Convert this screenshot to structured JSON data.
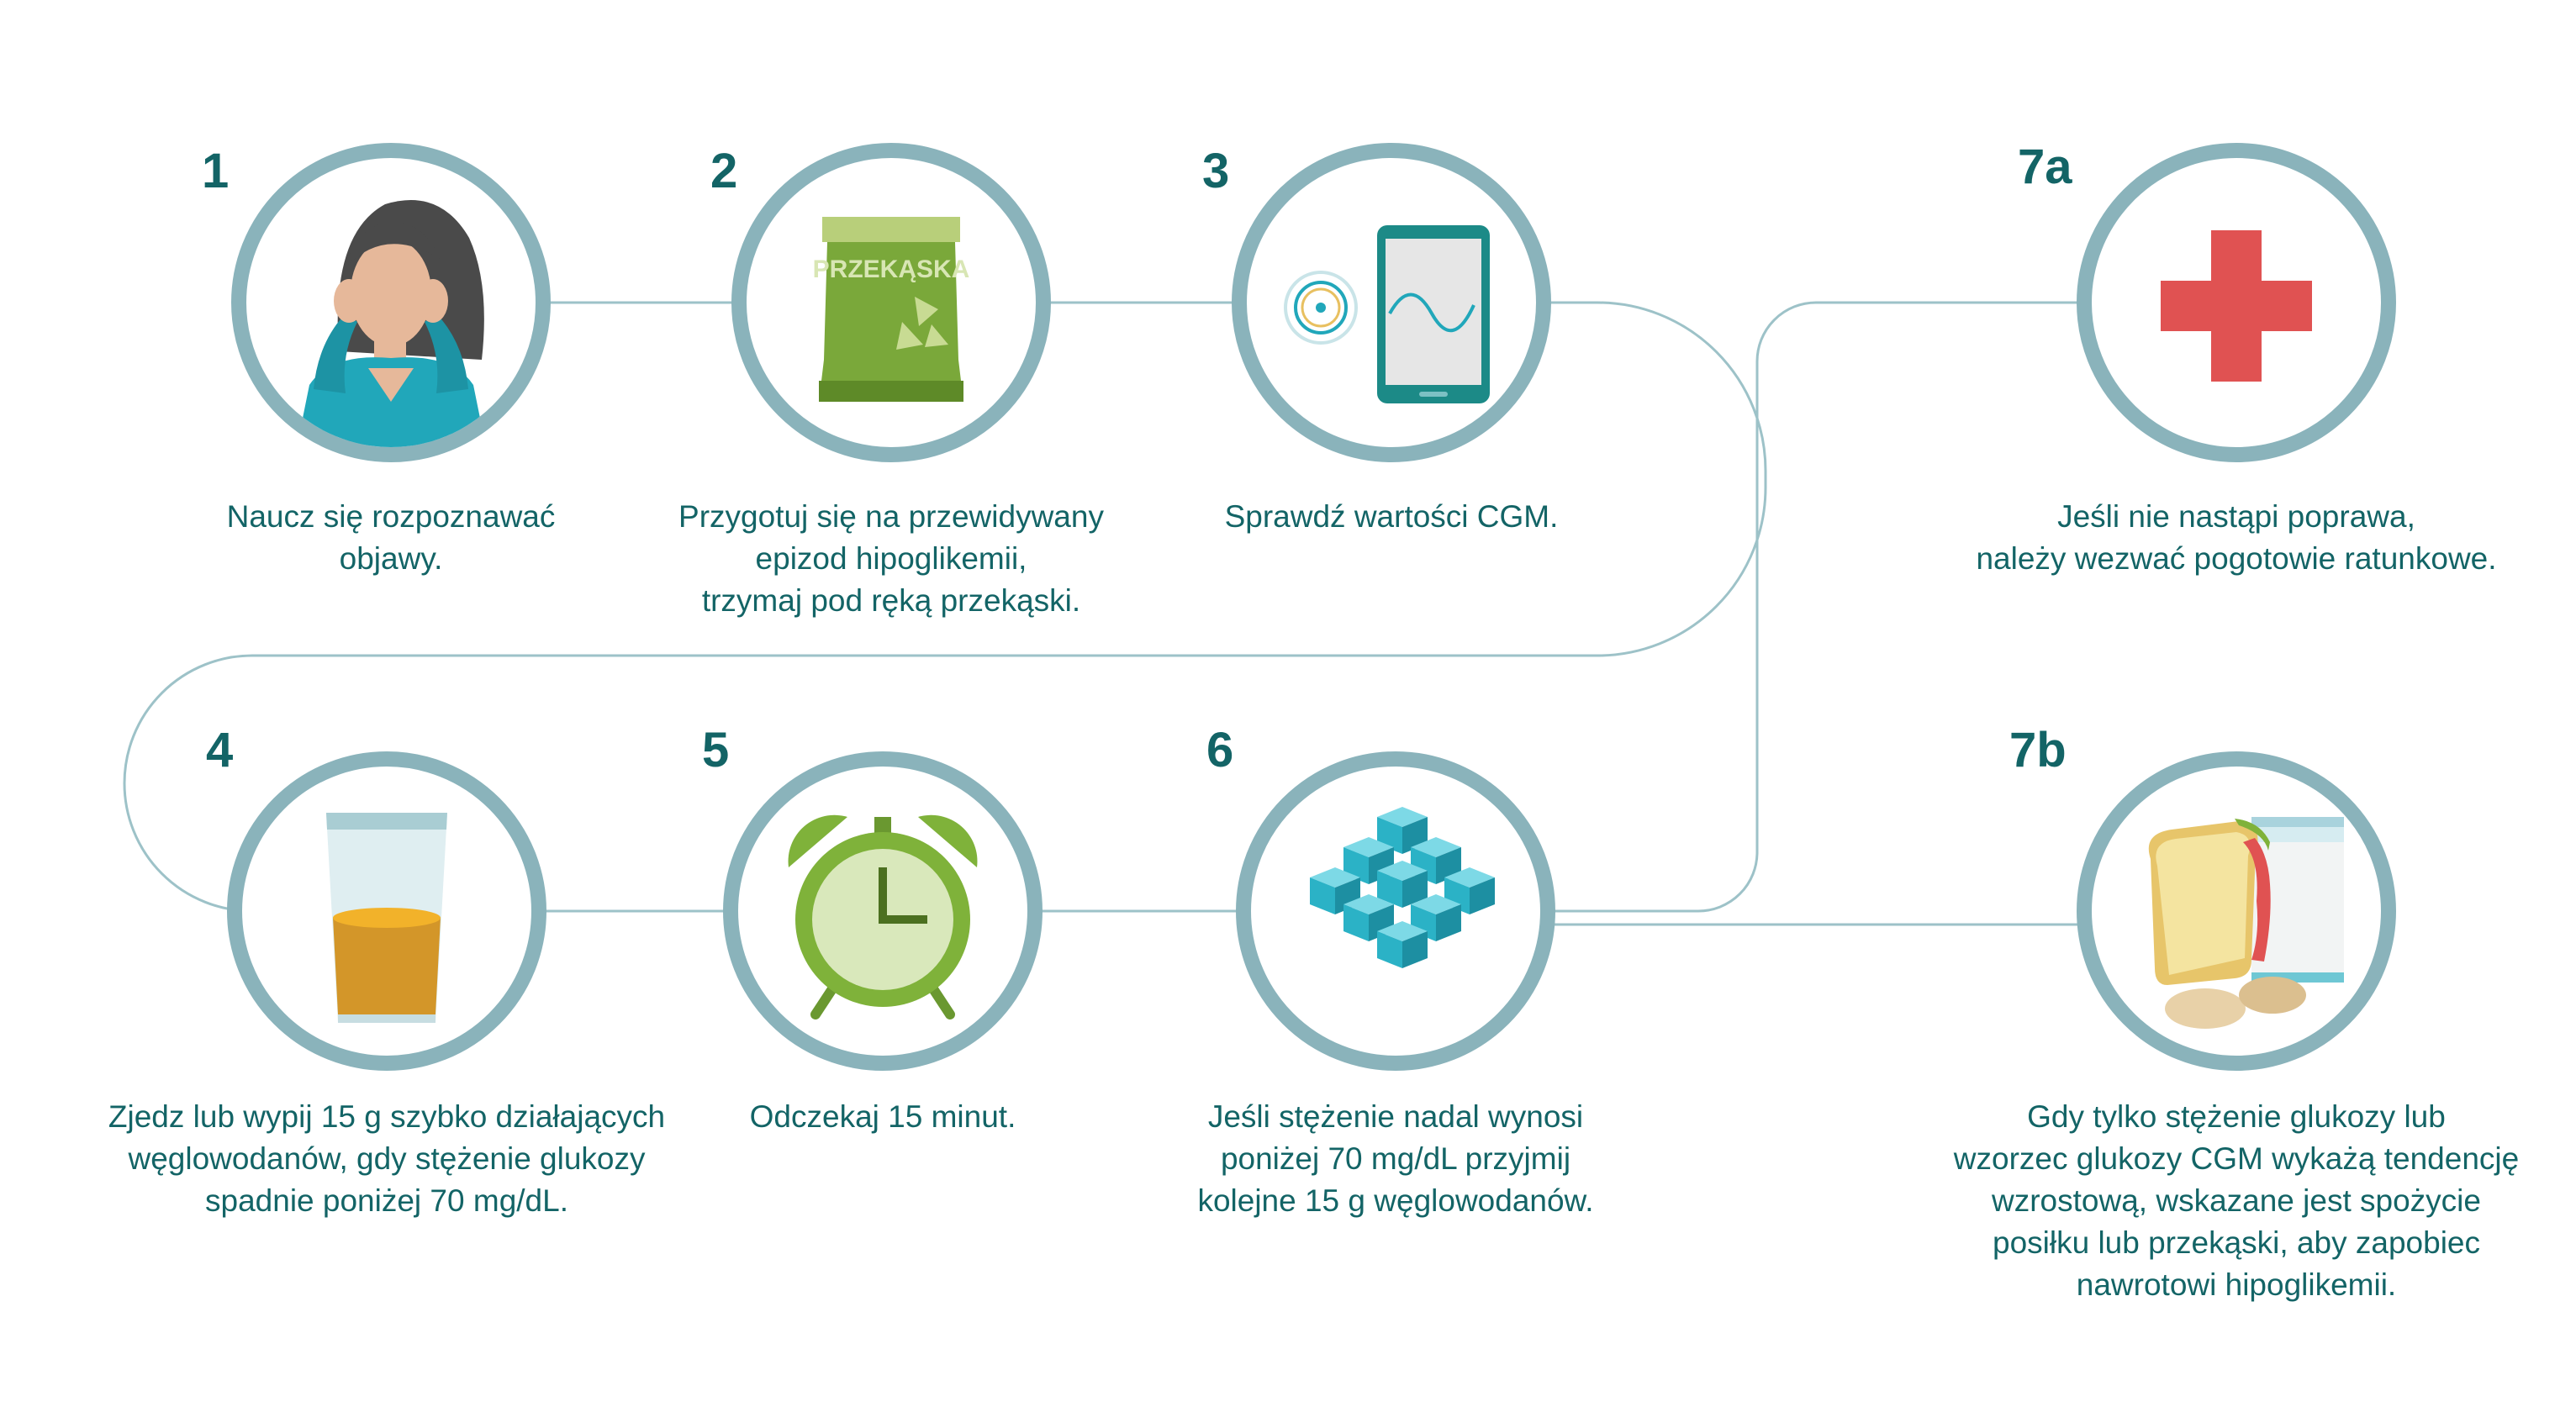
{
  "colors": {
    "text": "#136466",
    "ring": "#8ab3bb",
    "connector": "#9dc2c8",
    "cross": "#e05252",
    "snack_bag": "#7aa83a",
    "clock": "#7fb23a",
    "cubes": "#2bb2c6",
    "juice": "#d39629",
    "hair": "#4a4a4a",
    "sweater": "#21a7ba"
  },
  "steps": [
    {
      "id": "1",
      "number": "1",
      "icon": "woman-headache-icon",
      "caption": "Naucz się rozpoznawać\nobjawy."
    },
    {
      "id": "2",
      "number": "2",
      "icon": "snack-bag-icon",
      "caption": "Przygotuj się na przewidywany\nepizod hipoglikemii,\ntrzymaj pod ręką przekąski.",
      "bag_label": "PRZEKĄSKA"
    },
    {
      "id": "3",
      "number": "3",
      "icon": "cgm-phone-icon",
      "caption": "Sprawdź wartości CGM."
    },
    {
      "id": "4",
      "number": "4",
      "icon": "juice-glass-icon",
      "caption": "Zjedz lub wypij 15 g szybko działających\nwęglowodanów, gdy stężenie glukozy\nspadnie poniżej 70 mg/dL."
    },
    {
      "id": "5",
      "number": "5",
      "icon": "alarm-clock-icon",
      "caption": "Odczekaj 15 minut."
    },
    {
      "id": "6",
      "number": "6",
      "icon": "sugar-cubes-icon",
      "caption": "Jeśli stężenie nadal wynosi\nponiżej 70 mg/dL przyjmij\nkolejne 15 g węglowodanów."
    },
    {
      "id": "7a",
      "number": "7a",
      "icon": "medical-cross-icon",
      "caption": "Jeśli nie nastąpi poprawa,\nnależy wezwać pogotowie ratunkowe."
    },
    {
      "id": "7b",
      "number": "7b",
      "icon": "sandwich-milk-icon",
      "caption": "Gdy tylko stężenie glukozy lub\nwzorzec glukozy CGM wykażą tendencję\nwzrostową, wskazane jest spożycie\nposiłku lub przekąski, aby zapobiec\nnawrotowi hipoglikemii."
    }
  ]
}
